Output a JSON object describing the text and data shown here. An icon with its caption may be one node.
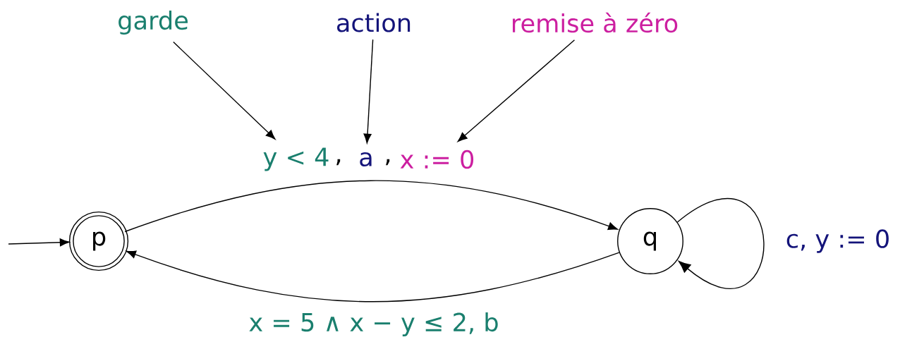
{
  "diagram": {
    "nodes": [
      {
        "text": [
          "p"
        ]
      },
      {
        "text": [
          "q"
        ]
      },
      {
        "text": [
          "garde"
        ]
      },
      {
        "text": [
          "action"
        ]
      },
      {
        "text": [
          "remise à zéro"
        ]
      },
      {
        "text": [
          "y < 4"
        ]
      },
      {
        "text": [
          "a"
        ]
      },
      {
        "text": [
          "x := 0"
        ]
      }
    ],
    "edges": [
      {
        "from": null,
        "to": 0,
        "arrow": "to"
      },
      {
        "from": 0,
        "to": 1,
        "arrow": "to"
      },
      {
        "from": 1,
        "to": 0,
        "arrow": "to",
        "label": "x = 5 ∧ x − y ≤ 2, b"
      },
      {
        "from": 1,
        "to": 1,
        "arrow": "to",
        "label": "c, y := 0"
      },
      {
        "from": 2,
        "to": 5,
        "arrow": "to"
      },
      {
        "from": 3,
        "to": 6,
        "arrow": "to"
      },
      {
        "from": 4,
        "to": 7,
        "arrow": "to"
      }
    ],
    "labels": [
      ",",
      ","
    ]
  }
}
